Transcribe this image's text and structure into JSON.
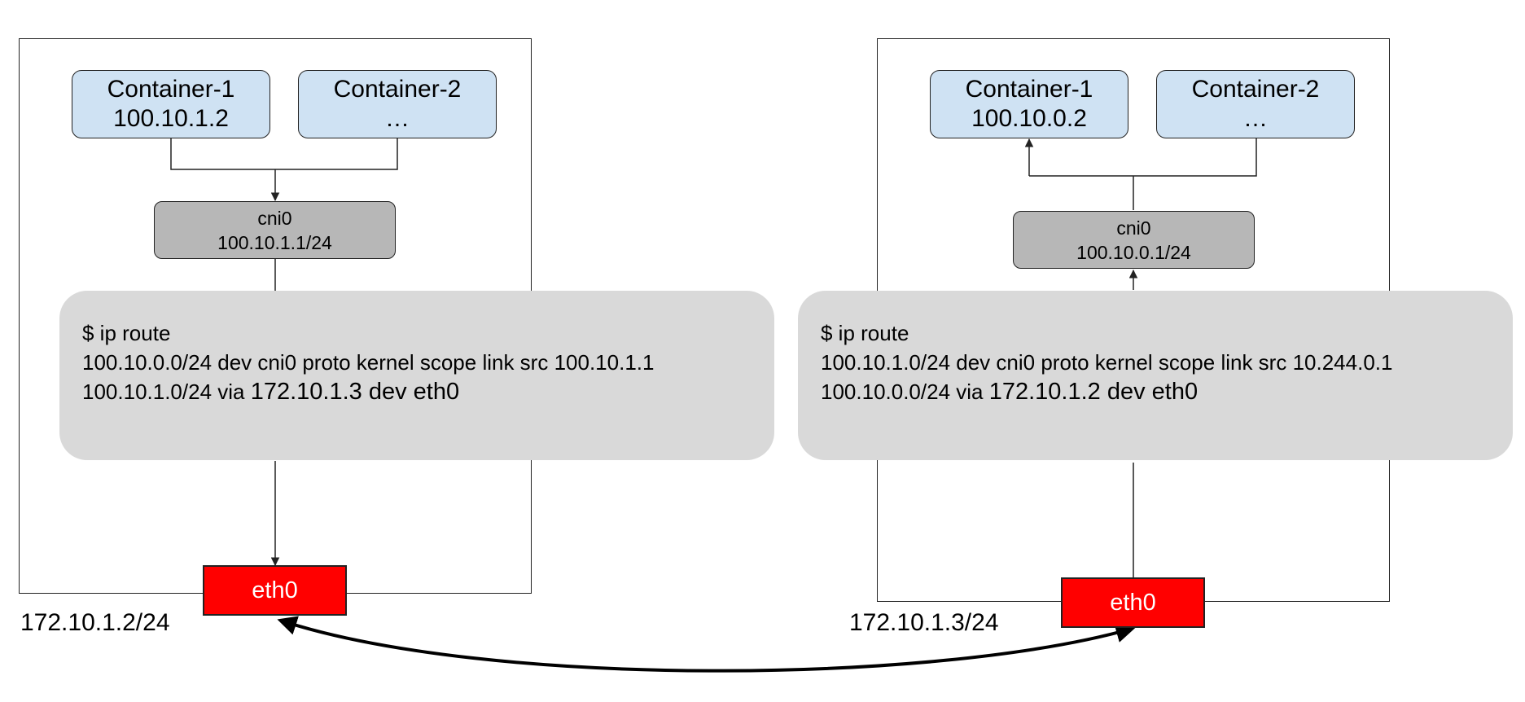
{
  "hosts": [
    {
      "containers": [
        {
          "name": "Container-1",
          "ip": "100.10.1.2"
        },
        {
          "name": "Container-2",
          "ip": "…"
        }
      ],
      "bridge": {
        "name": "cni0",
        "cidr": "100.10.1.1/24"
      },
      "routes": {
        "command": "$ ip route",
        "line1": "100.10.0.0/24 dev cni0 proto kernel scope link src 100.10.1.1",
        "line2_prefix": "100.10.1.0/24 via ",
        "line2_gateway": "172.10.1.3 dev eth0"
      },
      "nic": "eth0",
      "host_ip": "172.10.1.2/24"
    },
    {
      "containers": [
        {
          "name": "Container-1",
          "ip": "100.10.0.2"
        },
        {
          "name": "Container-2",
          "ip": "…"
        }
      ],
      "bridge": {
        "name": "cni0",
        "cidr": "100.10.0.1/24"
      },
      "routes": {
        "command": "$ ip route",
        "line1": "100.10.1.0/24 dev cni0 proto kernel scope link src 10.244.0.1",
        "line2_prefix": "100.10.0.0/24 via ",
        "line2_gateway": "172.10.1.2 dev eth0"
      },
      "nic": "eth0",
      "host_ip": "172.10.1.3/24"
    }
  ],
  "colors": {
    "container_fill": "#cfe2f3",
    "bridge_fill": "#b7b7b7",
    "route_panel_fill": "#d9d9d9",
    "nic_fill": "#ff0000",
    "line": "#222222"
  }
}
